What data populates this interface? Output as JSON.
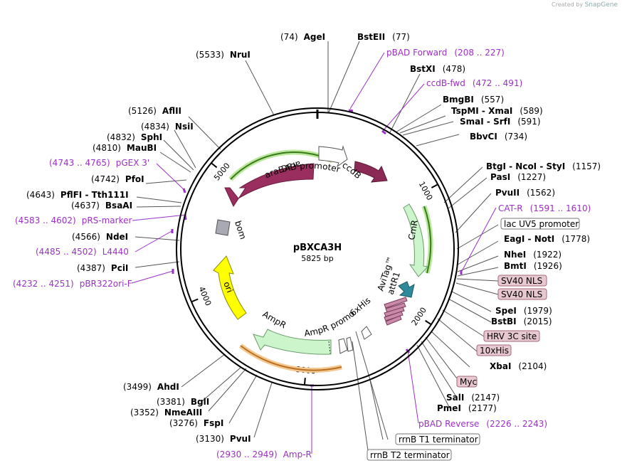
{
  "watermark": {
    "prefix": "Created by",
    "brand": "SnapGene"
  },
  "plasmid": {
    "name": "pBXCA3H",
    "length_label": "5825 bp",
    "length": 5825
  },
  "ticks": [
    {
      "pos": 1000,
      "label": "1000"
    },
    {
      "pos": 2000,
      "label": "2000"
    },
    {
      "pos": 3000,
      "label": "3000"
    },
    {
      "pos": 4000,
      "label": "4000"
    },
    {
      "pos": 5000,
      "label": "5000"
    }
  ],
  "sites": [
    {
      "name": "AgeI",
      "pos_label": "(74)"
    },
    {
      "name": "BstEII",
      "pos_label": "(77)"
    },
    {
      "name": "NruI",
      "pos_label": "(5533)"
    },
    {
      "name": "BstXI",
      "pos_label": "(478)"
    },
    {
      "name": "BmgBI",
      "pos_label": "(557)"
    },
    {
      "name": "TspMI",
      "name2": "XmaI",
      "pos_label": "(589)"
    },
    {
      "name": "SmaI",
      "name2": "SrfI",
      "pos_label": "(591)"
    },
    {
      "name": "BbvCI",
      "pos_label": "(734)"
    },
    {
      "name": "AflII",
      "pos_label": "(5126)"
    },
    {
      "name": "NsiI",
      "pos_label": "(4834)"
    },
    {
      "name": "SphI",
      "pos_label": "(4832)"
    },
    {
      "name": "MauBI",
      "pos_label": "(4810)"
    },
    {
      "name": "PfoI",
      "pos_label": "(4742)"
    },
    {
      "name": "PflFI",
      "name2": "Tth111I",
      "pos_label": "(4643)"
    },
    {
      "name": "BsaAI",
      "pos_label": "(4637)"
    },
    {
      "name": "BtgI",
      "name2": "NcoI",
      "name3": "StyI",
      "pos_label": "(1157)"
    },
    {
      "name": "PasI",
      "pos_label": "(1227)"
    },
    {
      "name": "PvuII",
      "pos_label": "(1562)"
    },
    {
      "name": "EagI",
      "name2": "NotI",
      "pos_label": "(1778)"
    },
    {
      "name": "NheI",
      "pos_label": "(1922)"
    },
    {
      "name": "BmtI",
      "pos_label": "(1926)"
    },
    {
      "name": "SpeI",
      "pos_label": "(1979)"
    },
    {
      "name": "BstBI",
      "pos_label": "(2015)"
    },
    {
      "name": "XbaI",
      "pos_label": "(2104)"
    },
    {
      "name": "SalI",
      "pos_label": "(2147)"
    },
    {
      "name": "PmeI",
      "pos_label": "(2177)"
    },
    {
      "name": "NdeI",
      "pos_label": "(4566)"
    },
    {
      "name": "PciI",
      "pos_label": "(4387)"
    },
    {
      "name": "AhdI",
      "pos_label": "(3499)"
    },
    {
      "name": "BglI",
      "pos_label": "(3381)"
    },
    {
      "name": "NmeAIII",
      "pos_label": "(3352)"
    },
    {
      "name": "FspI",
      "pos_label": "(3276)"
    },
    {
      "name": "PvuI",
      "pos_label": "(3130)"
    }
  ],
  "primers": [
    {
      "name": "pBAD Forward",
      "range": "(208 .. 227)"
    },
    {
      "name": "ccdB-fwd",
      "range": "(472 .. 491)"
    },
    {
      "name": "pGEX 3'",
      "range": "(4743 .. 4765)"
    },
    {
      "name": "pRS-marker",
      "range": "(4583 .. 4602)"
    },
    {
      "name": "L4440",
      "range": "(4485 .. 4502)"
    },
    {
      "name": "pBR322ori-F",
      "range": "(4232 .. 4251)"
    },
    {
      "name": "CAT-R",
      "range": "(1591 .. 1610)"
    },
    {
      "name": "pBAD Reverse",
      "range": "(2226 .. 2243)"
    },
    {
      "name": "Amp-R",
      "range": "(2930 .. 2949)"
    }
  ],
  "boxed_features": [
    {
      "label": "lac UV5 promoter",
      "style": "white"
    },
    {
      "label": "SV40 NLS",
      "style": "pink"
    },
    {
      "label": "SV40 NLS",
      "style": "pink"
    },
    {
      "label": "HRV 3C site",
      "style": "pink"
    },
    {
      "label": "10xHis",
      "style": "pink"
    },
    {
      "label": "Myc",
      "style": "pink"
    },
    {
      "label": "rrnB T1 terminator",
      "style": "white"
    },
    {
      "label": "rrnB T2 terminator",
      "style": "white"
    }
  ],
  "inner_labels": {
    "araC": "araC",
    "araBAD": "araBAD promoter",
    "ccdB": "ccdB",
    "CmR": "CmR",
    "attR1": "attR1",
    "avitag": "AviTag™",
    "his6": "6xHis",
    "ampr_promoter": "AmpR promoter",
    "AmpR": "AmpR",
    "ori": "ori",
    "bom": "bom"
  },
  "colors": {
    "araC": "#9a2e5e",
    "ccdB": "#8a2a55",
    "CmR": "#ccf5cc",
    "AmpR": "#ccf5cc",
    "ori": "#ffff00",
    "bom": "#a9a9b4",
    "attR1": "#2e8a9a",
    "primer": "#9b30c8",
    "pink_box": "#e8c8d0"
  }
}
